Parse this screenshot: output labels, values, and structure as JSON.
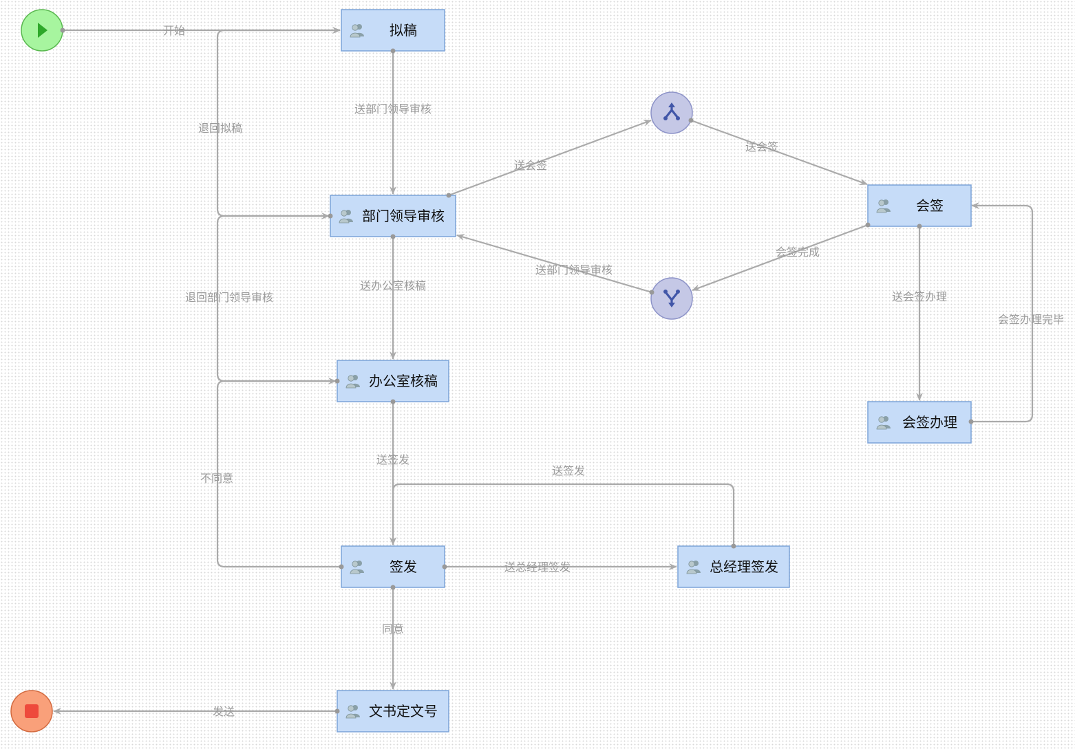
{
  "colors": {
    "task_fill": "#c6dcf8",
    "task_border": "#7ba3d8",
    "start_fill": "#a7f59f",
    "start_border": "#59b84f",
    "end_fill": "#f9a07a",
    "end_border": "#d36a3f",
    "gateway_fill": "#c5c8e6",
    "gateway_border": "#8d93c8",
    "edge": "#aaaaaa",
    "label": "#9a9a9a"
  },
  "nodes": {
    "start": {
      "type": "start-event",
      "icon": "play-icon"
    },
    "end": {
      "type": "end-event",
      "icon": "stop-icon"
    },
    "split": {
      "type": "parallel-split-gateway",
      "icon": "fork-icon"
    },
    "join": {
      "type": "parallel-join-gateway",
      "icon": "merge-icon"
    },
    "draft": {
      "label": "拟稿",
      "icon": "users-icon"
    },
    "dept_review": {
      "label": "部门领导审核",
      "icon": "users-icon"
    },
    "office_review": {
      "label": "办公室核稿",
      "icon": "users-icon"
    },
    "issue": {
      "label": "签发",
      "icon": "users-icon"
    },
    "gm_issue": {
      "label": "总经理签发",
      "icon": "users-icon"
    },
    "doc_number": {
      "label": "文书定文号",
      "icon": "users-icon"
    },
    "countersign": {
      "label": "会签",
      "icon": "users-icon"
    },
    "countersign_handle": {
      "label": "会签办理",
      "icon": "users-icon"
    }
  },
  "edges": {
    "start_to_draft": "开始",
    "return_draft": "退回拟稿",
    "draft_to_dept": "送部门领导审核",
    "dept_to_split": "送会签",
    "split_to_countersign": "送会签",
    "countersign_to_join": "会签完成",
    "join_to_dept": "送部门领导审核",
    "countersign_to_handle": "送会签办理",
    "handle_to_countersign": "会签办理完毕",
    "return_dept": "退回部门领导审核",
    "dept_to_office": "送办公室核稿",
    "disagree": "不同意",
    "office_to_issue": "送签发",
    "gm_to_issue": "送签发",
    "issue_to_gm": "送总经理签发",
    "agree": "同意",
    "send_end": "发送"
  }
}
